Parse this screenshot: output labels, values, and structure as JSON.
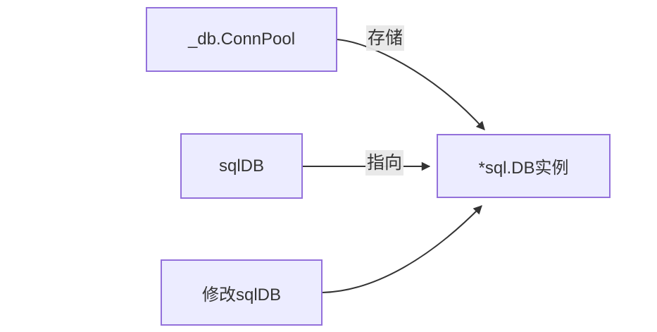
{
  "diagram": {
    "type": "flowchart",
    "background": "#ffffff",
    "colors": {
      "node_fill": "#ECECFF",
      "node_border": "#9370DB",
      "node_text": "#333333",
      "edge_stroke": "#333333",
      "edge_label_bg": "#e8e8e8",
      "edge_label_text": "#333333"
    },
    "nodes": [
      {
        "id": "connpool",
        "label": "_db.ConnPool"
      },
      {
        "id": "sqldb",
        "label": "sqlDB"
      },
      {
        "id": "instance",
        "label": "*sql.DB实例"
      },
      {
        "id": "modify",
        "label": "修改sqlDB"
      }
    ],
    "edges": [
      {
        "from": "connpool",
        "to": "instance",
        "label": "存储",
        "arrow": "filled-triangle"
      },
      {
        "from": "sqldb",
        "to": "instance",
        "label": "指向",
        "arrow": "filled-triangle"
      },
      {
        "from": "modify",
        "to": "instance",
        "label": "",
        "arrow": "filled-triangle"
      }
    ]
  }
}
